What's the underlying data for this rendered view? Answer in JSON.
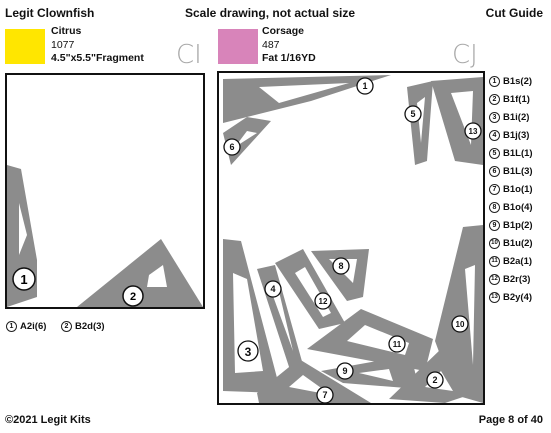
{
  "header": {
    "left": "Legit Clownfish",
    "center": "Scale drawing, not actual size",
    "right": "Cut Guide"
  },
  "fabrics": [
    {
      "name": "Citrus",
      "code": "1077",
      "cut": "4.5\"x5.5\"Fragment",
      "color": "#ffe600",
      "label": "CI"
    },
    {
      "name": "Corsage",
      "code": "487",
      "cut": "Fat 1/16YD",
      "color": "#d884ba",
      "label": "CJ"
    }
  ],
  "ci_pieces": [
    {
      "num": "1",
      "code": "A2i(6)"
    },
    {
      "num": "2",
      "code": "B2d(3)"
    }
  ],
  "cj_pieces": [
    {
      "num": "1",
      "code": "B1s(2)"
    },
    {
      "num": "2",
      "code": "B1f(1)"
    },
    {
      "num": "3",
      "code": "B1i(2)"
    },
    {
      "num": "4",
      "code": "B1j(3)"
    },
    {
      "num": "5",
      "code": "B1L(1)"
    },
    {
      "num": "6",
      "code": "B1L(3)"
    },
    {
      "num": "7",
      "code": "B1o(1)"
    },
    {
      "num": "8",
      "code": "B1o(4)"
    },
    {
      "num": "9",
      "code": "B1p(2)"
    },
    {
      "num": "10",
      "code": "B1u(2)"
    },
    {
      "num": "11",
      "code": "B2a(1)"
    },
    {
      "num": "12",
      "code": "B2r(3)"
    },
    {
      "num": "13",
      "code": "B2y(4)"
    }
  ],
  "footer": {
    "left": "©2021 Legit Kits",
    "right": "Page 8 of 40"
  }
}
